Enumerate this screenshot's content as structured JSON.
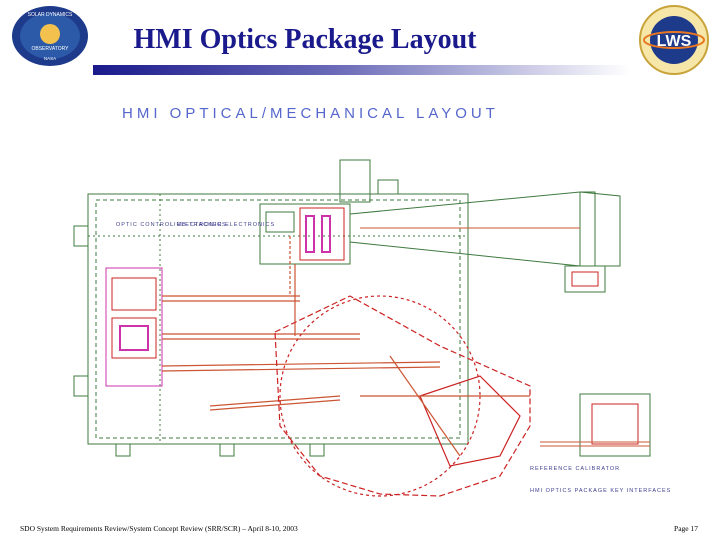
{
  "slide": {
    "title": "HMI Optics Package Layout",
    "drawing_title": "HMI  OPTICAL/MECHANICAL  LAYOUT",
    "drawing_labels": {
      "label_1": "OPTIC CONTROL ELECTRONICS",
      "label_2": "LIMB TRACKER ELECTRONICS",
      "label_3": "REFERENCE CALIBRATOR",
      "label_4": "HMI OPTICS PACKAGE KEY INTERFACES"
    },
    "footer_left": "SDO System Requirements Review/System Concept Review (SRR/SCR) – April 8-10, 2003",
    "footer_right": "Page 17"
  },
  "logos": {
    "left": {
      "name": "sdo-logo",
      "text_top": "SOLAR DYNAMICS",
      "text_mid": "OBSERVATORY",
      "text_bottom": "NASA"
    },
    "right": {
      "name": "lws-logo",
      "text": "LWS"
    }
  },
  "colors": {
    "title": "#1a1a8c",
    "outline": "#3f7a3f",
    "optics_path": "#cc5533",
    "mechanism": "#cc2222",
    "magenta": "#cc33aa"
  }
}
